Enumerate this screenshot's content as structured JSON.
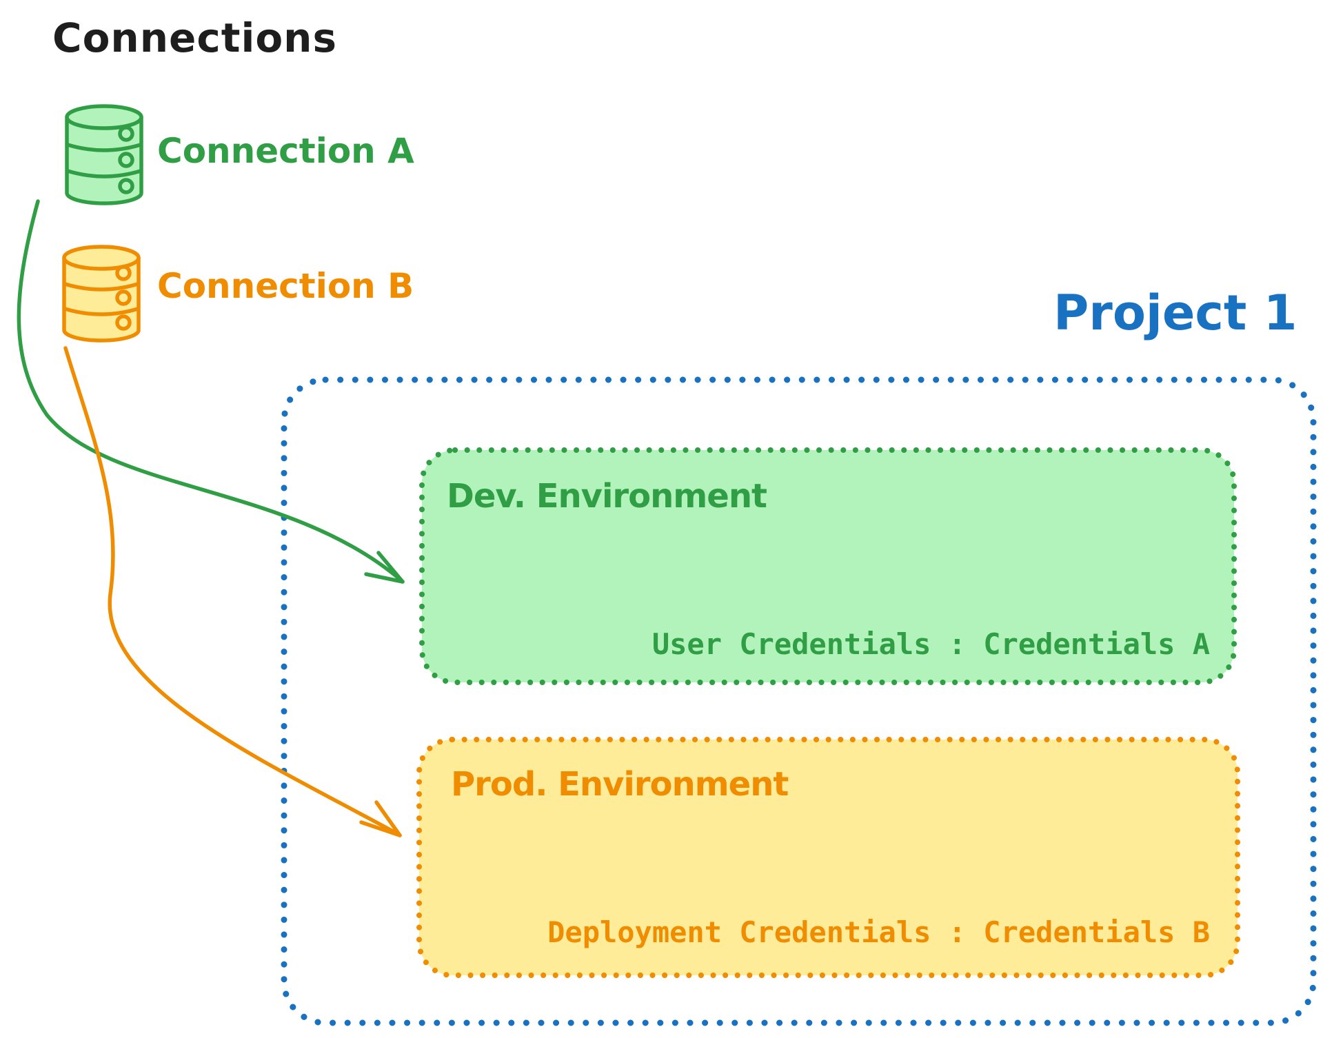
{
  "colors": {
    "ink": "#1e1e1e",
    "green": "#2f9e44",
    "green_fill": "#b2f2bb",
    "orange": "#f08c00",
    "orange_fill": "#ffec99",
    "blue": "#1971c2"
  },
  "heading": "Connections",
  "connections": [
    {
      "label": "Connection A",
      "icon": "database-icon"
    },
    {
      "label": "Connection B",
      "icon": "database-icon"
    }
  ],
  "project": {
    "title": "Project 1"
  },
  "environments": [
    {
      "name": "Dev. Environment",
      "credentials": "User Credentials : Credentials A"
    },
    {
      "name": "Prod. Environment",
      "credentials": "Deployment Credentials : Credentials B"
    }
  ]
}
